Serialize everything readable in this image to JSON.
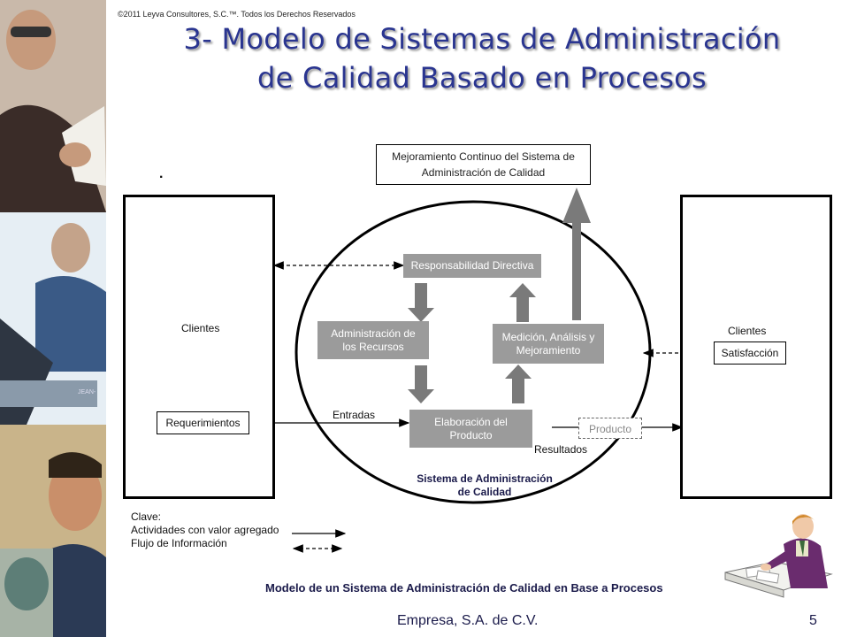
{
  "copyright": "©2011 Leyva Consultores, S.C.™. Todos los Derechos Reservados",
  "title_line1": "3- Modelo de Sistemas de Administración",
  "title_line2": "de Calidad Basado en Procesos",
  "boxes": {
    "mejoramiento_line1": "Mejoramiento Continuo del Sistema de",
    "mejoramiento_line2": "Administración de Calidad",
    "responsabilidad": "Responsabilidad Directiva",
    "administracion_line1": "Administración de",
    "administracion_line2": "los Recursos",
    "medicion_line1": "Medición, Análisis y",
    "medicion_line2": "Mejoramiento",
    "elaboracion_line1": "Elaboración del",
    "elaboracion_line2": "Producto",
    "producto": "Producto",
    "requerimientos": "Requerimientos",
    "satisfaccion": "Satisfacción"
  },
  "labels": {
    "clientes_left": "Clientes",
    "clientes_right": "Clientes",
    "entradas": "Entradas",
    "resultados": "Resultados",
    "sistema_line1": "Sistema de Administración",
    "sistema_line2": "de Calidad",
    "dot": "."
  },
  "legend": {
    "clave": "Clave:",
    "valor": "Actividades con valor agregado",
    "flujo": "Flujo de Información"
  },
  "caption": "Modelo de un Sistema de Administración de Calidad en Base a Procesos",
  "footer": "Empresa, S.A. de C.V.",
  "page_number": "5",
  "colors": {
    "title": "#2a3590",
    "process_box": "#9b9b9b",
    "arrow_grey": "#7a7a7a"
  }
}
